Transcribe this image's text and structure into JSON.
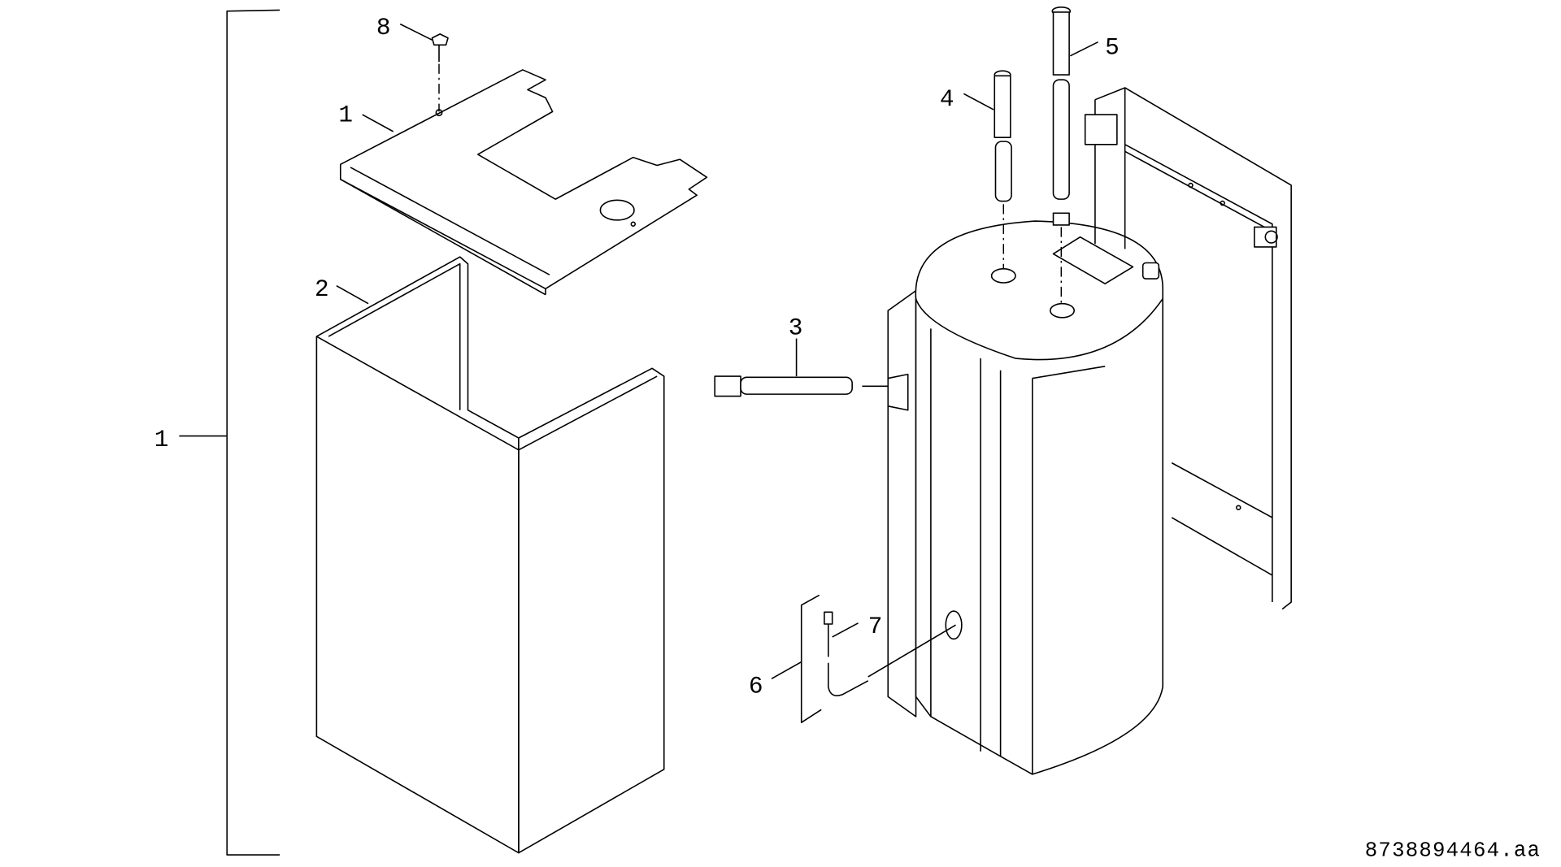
{
  "diagram": {
    "callouts": {
      "c1_bracket": "1",
      "c1_cover": "1",
      "c2": "2",
      "c3": "3",
      "c4": "4",
      "c5": "5",
      "c6": "6",
      "c7": "7",
      "c8": "8"
    },
    "drawing_number": "8738894464.aa"
  }
}
